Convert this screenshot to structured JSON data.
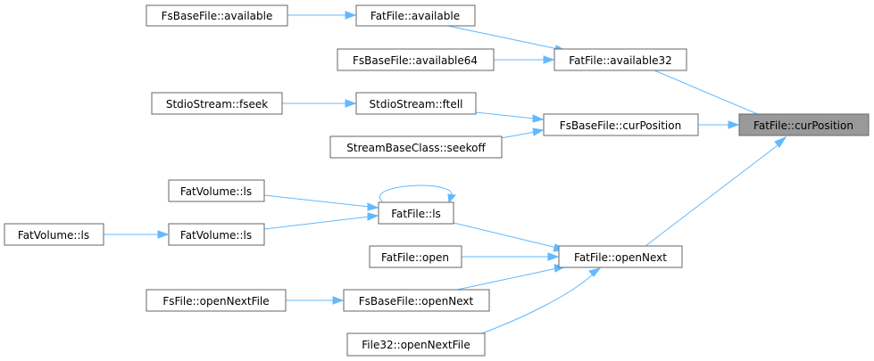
{
  "colors": {
    "edge": "#63b8ff",
    "node_border": "#666666",
    "root_fill": "#999999",
    "node_fill": "#ffffff"
  },
  "nodes": {
    "root": "FatFile::curPosition",
    "fsbase_available": "FsBaseFile::available",
    "fat_available": "FatFile::available",
    "fsbase_available64": "FsBaseFile::available64",
    "fat_available32": "FatFile::available32",
    "stdio_fseek": "StdioStream::fseek",
    "stdio_ftell": "StdioStream::ftell",
    "fsbase_curposition": "FsBaseFile::curPosition",
    "streambase_seekoff": "StreamBaseClass::seekoff",
    "fatvolume_ls_a": "FatVolume::ls",
    "fat_ls": "FatFile::ls",
    "fatvolume_ls_outer": "FatVolume::ls",
    "fatvolume_ls_b": "FatVolume::ls",
    "fat_open": "FatFile::open",
    "fat_opennext": "FatFile::openNext",
    "fsfile_opennextfile": "FsFile::openNextFile",
    "fsbase_opennext": "FsBaseFile::openNext",
    "file32_opennextfile": "File32::openNextFile"
  }
}
